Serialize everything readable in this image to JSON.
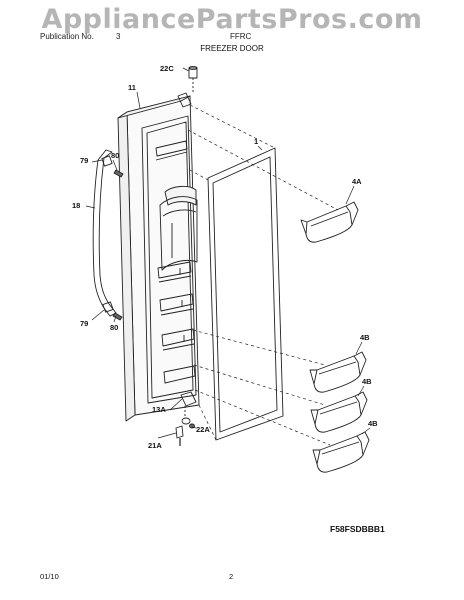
{
  "header": {
    "watermark": "AppliancePartsPros.com",
    "publication_label": "Publication No.",
    "publication_no": "3",
    "model_label": "FFRC",
    "title": "FREEZER DOOR"
  },
  "callouts": {
    "c22C": "22C",
    "c11": "11",
    "c1": "1",
    "c79a": "79",
    "c80a": "80",
    "c18": "18",
    "c79b": "79",
    "c80b": "80",
    "c4A": "4A",
    "c4B1": "4B",
    "c4B2": "4B",
    "c4B3": "4B",
    "c13A": "13A",
    "c21A": "21A",
    "c22A": "22A"
  },
  "figure_code": "F58FSDBBB1",
  "footer": {
    "date": "01/10",
    "page": "2"
  },
  "colors": {
    "line": "#222222",
    "watermark": "#8a8a8a"
  }
}
